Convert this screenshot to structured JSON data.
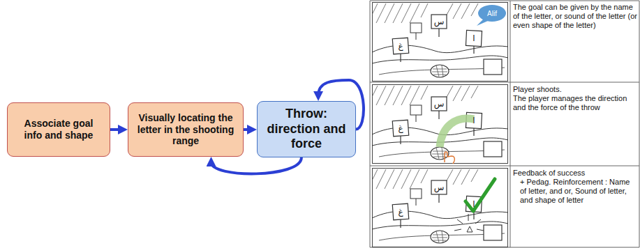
{
  "diagram": {
    "nodes": [
      {
        "text": [
          "Associate goal info and shape"
        ]
      },
      {
        "text": [
          "Visually locating the letter in the shooting range"
        ]
      },
      {
        "text": [
          "Throw: direction and force"
        ]
      }
    ],
    "edges": [
      {
        "from": 0,
        "to": 1,
        "arrow": "to"
      },
      {
        "from": 1,
        "to": 2,
        "arrow": "to"
      },
      {
        "from": 2,
        "to": 2,
        "arrow": "to"
      },
      {
        "from": 2,
        "to": 1,
        "arrow": "to"
      }
    ],
    "labels": [
      "Alif",
      "س",
      "ا",
      "غ",
      "The goal can be given by the name of the letter, or sound of the letter (or even shape of the letter)",
      "س",
      "ا",
      "غ",
      "Player shoots.",
      "The player manages the direction and the force of the throw",
      "ا",
      "س",
      "غ",
      "Feedback of success",
      "+ Pedag. Reinforcement : Name of letter, and or, Sound of letter, and shape of letter"
    ]
  }
}
